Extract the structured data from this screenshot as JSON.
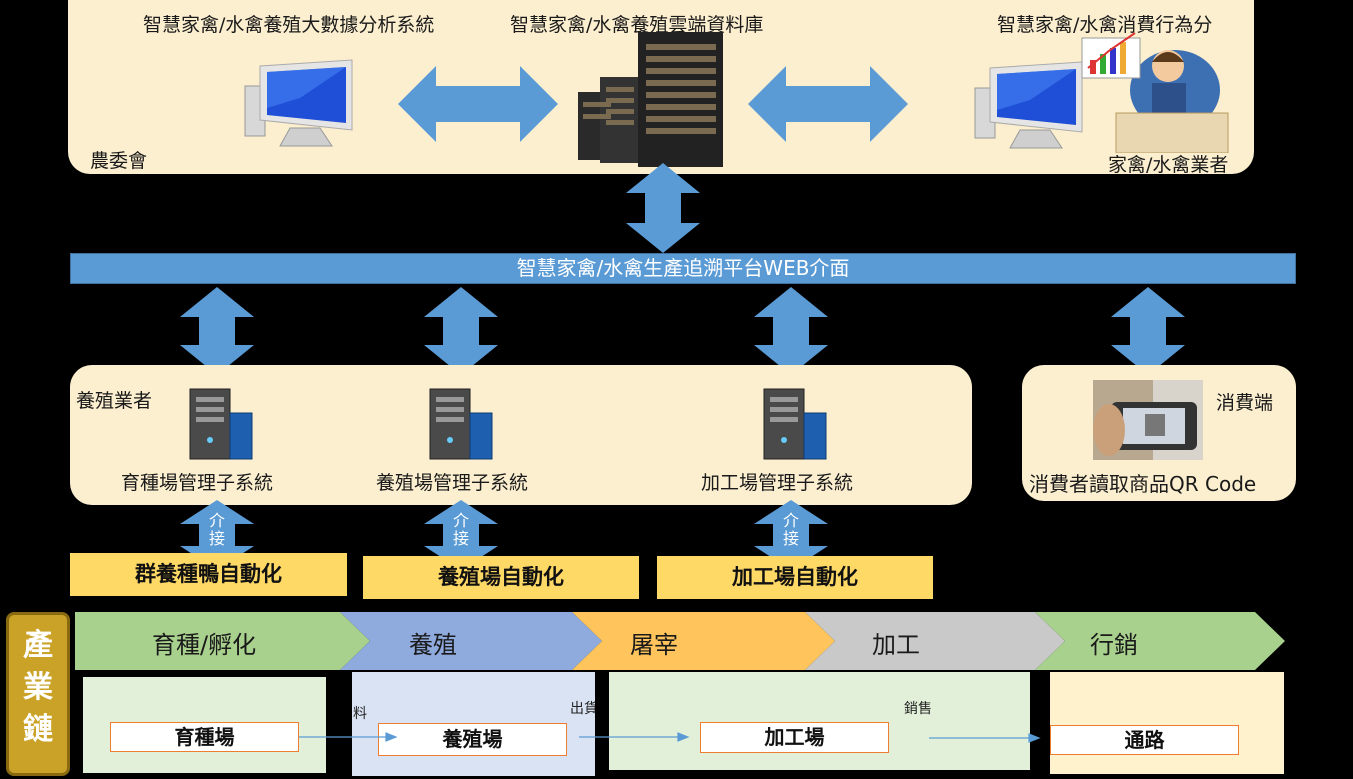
{
  "top": {
    "left_title": "智慧家禽/水禽養殖大數據分析系統",
    "center_title": "智慧家禽/水禽養殖雲端資料庫",
    "right_title": "智慧家禽/水禽消費行為分",
    "left_label": "農委會",
    "right_label": "家禽/水禽業者"
  },
  "web_bar": "智慧家禽/水禽生產追溯平台WEB介面",
  "middle": {
    "label": "養殖業者",
    "subsystems": [
      "育種場管理子系統",
      "養殖場管理子系統",
      "加工場管理子系統"
    ]
  },
  "consumer": {
    "label": "消費端",
    "caption": "消費者讀取商品QR Code"
  },
  "interface_label": [
    "介",
    "接"
  ],
  "automation": [
    "群養種鴨自動化",
    "養殖場自動化",
    "加工場自動化"
  ],
  "industry_chain": [
    "產",
    "業",
    "鏈"
  ],
  "stages": [
    "育種/孵化",
    "養殖",
    "屠宰",
    "加工",
    "行銷"
  ],
  "stage_colors": [
    "#A9D18E",
    "#8FAADC",
    "#FFC55C",
    "#C9C9C9",
    "#A9D18E"
  ],
  "sites": [
    "育種場",
    "養殖場",
    "加工場",
    "通路"
  ],
  "flow_labels": [
    "料",
    "出貨",
    "銷售"
  ],
  "icons": [
    "monitor-icon",
    "server-rack-icon",
    "presenter-icon",
    "server-tower-icon",
    "phone-qr-icon",
    "double-arrow-icon"
  ]
}
